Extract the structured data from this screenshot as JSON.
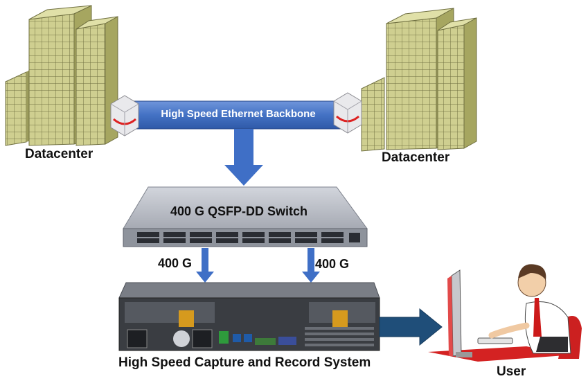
{
  "colors": {
    "building": "#c9c98a",
    "building_dark": "#a9a968",
    "backbone": "#4472c4",
    "arrow": "#3f6fc6",
    "arrow_user": "#1f4e79",
    "switch_body": "#b8bcc5",
    "server_body": "#3a3d42"
  },
  "icons": [
    "datacenter-building",
    "router-device",
    "network-switch",
    "rack-server",
    "desktop-computer",
    "person-user"
  ],
  "labels": {
    "datacenter_left": "Datacenter",
    "datacenter_right": "Datacenter",
    "backbone": "High Speed Ethernet Backbone",
    "switch": "400 G QSFP-DD Switch",
    "link_left": "400 G",
    "link_right": "400 G",
    "capture": "High Speed Capture and Record System",
    "user": "User"
  }
}
